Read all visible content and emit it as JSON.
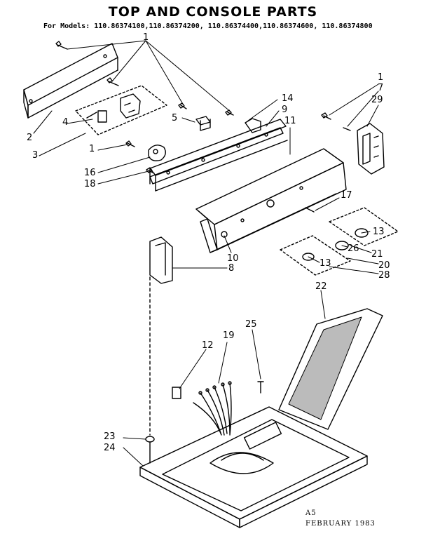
{
  "header": {
    "title": "TOP AND CONSOLE PARTS",
    "models_line": "For Models: 110.86374100,110.86374200, 110.86374400,110.86374600, 110.86374800"
  },
  "callouts": {
    "c1_top": "1",
    "c1_right": "1",
    "c1_left": "1",
    "c2": "2",
    "c3": "3",
    "c4": "4",
    "c5": "5",
    "c7": "7",
    "c8": "8",
    "c9": "9",
    "c10": "10",
    "c11": "11",
    "c12": "12",
    "c13a": "13",
    "c13b": "13",
    "c14": "14",
    "c16": "16",
    "c17": "17",
    "c18": "18",
    "c19": "19",
    "c20": "20",
    "c21": "21",
    "c22": "22",
    "c23": "23",
    "c24": "24",
    "c25": "25",
    "c26": "26",
    "c28": "28",
    "c29": "29"
  },
  "footer": {
    "code": "A5",
    "date": "FEBRUARY 1983"
  }
}
